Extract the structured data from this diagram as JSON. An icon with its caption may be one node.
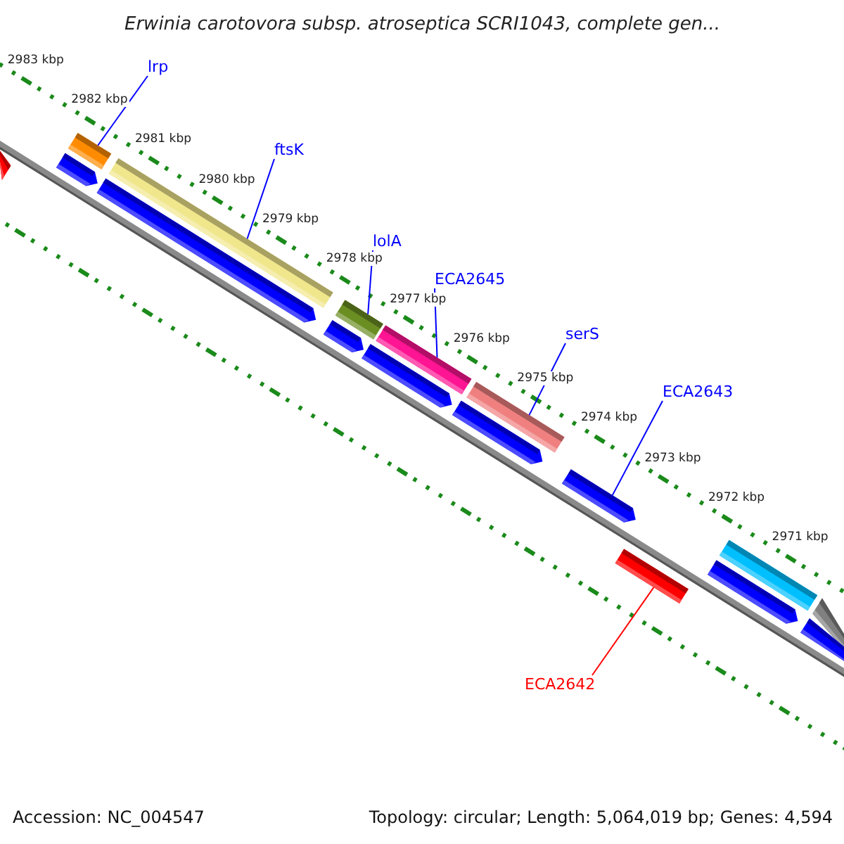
{
  "diagram": {
    "title": "Erwinia carotovora subsp. atroseptica SCRI1043, complete gen...",
    "nodes": [
      {
        "text": [],
        "shape": "bar"
      },
      {
        "text": [
          "lrp"
        ]
      },
      {
        "text": [],
        "shape": "bar"
      },
      {
        "text": [],
        "shape": "bar"
      },
      {
        "text": [
          "ftsK"
        ]
      },
      {
        "text": [],
        "shape": "bar"
      },
      {
        "text": [],
        "shape": "bar"
      },
      {
        "text": [
          "lolA"
        ]
      },
      {
        "text": [],
        "shape": "bar"
      },
      {
        "text": [],
        "shape": "bar"
      },
      {
        "text": [
          "ECA2645"
        ]
      },
      {
        "text": [],
        "shape": "bar"
      },
      {
        "text": [],
        "shape": "bar"
      },
      {
        "text": [
          "serS"
        ]
      },
      {
        "text": [],
        "shape": "bar"
      },
      {
        "text": [],
        "shape": "bar"
      },
      {
        "text": [
          "ECA2643"
        ]
      },
      {
        "text": [],
        "shape": "bar"
      },
      {
        "text": [
          "ECA2642"
        ]
      },
      {
        "text": [],
        "shape": "bar"
      },
      {
        "text": [],
        "shape": "bar"
      },
      {
        "text": [],
        "shape": "bar"
      },
      {
        "text": [],
        "shape": "bar"
      },
      {
        "text": [],
        "shape": "bar"
      }
    ],
    "edges": [
      {
        "from": 1,
        "to": 2,
        "arrow": "none"
      },
      {
        "from": 4,
        "to": 5,
        "arrow": "none"
      },
      {
        "from": 7,
        "to": 8,
        "arrow": "none"
      },
      {
        "from": 10,
        "to": 11,
        "arrow": "none"
      },
      {
        "from": 13,
        "to": 14,
        "arrow": "none"
      },
      {
        "from": 16,
        "to": 17,
        "arrow": "none"
      },
      {
        "from": 18,
        "to": 19,
        "arrow": "none",
        "color": "#ff0000"
      }
    ],
    "labels": [
      "2983 kbp",
      "2982 kbp",
      "2981 kbp",
      "2980 kbp",
      "2979 kbp",
      "2978 kbp",
      "2977 kbp",
      "2976 kbp",
      "2975 kbp",
      "2974 kbp",
      "2973 kbp",
      "2972 kbp",
      "2971 kbp",
      "Accession: NC_004547",
      "Topology: circular; Length: 5,064,019 bp; Genes: 4,594"
    ]
  }
}
